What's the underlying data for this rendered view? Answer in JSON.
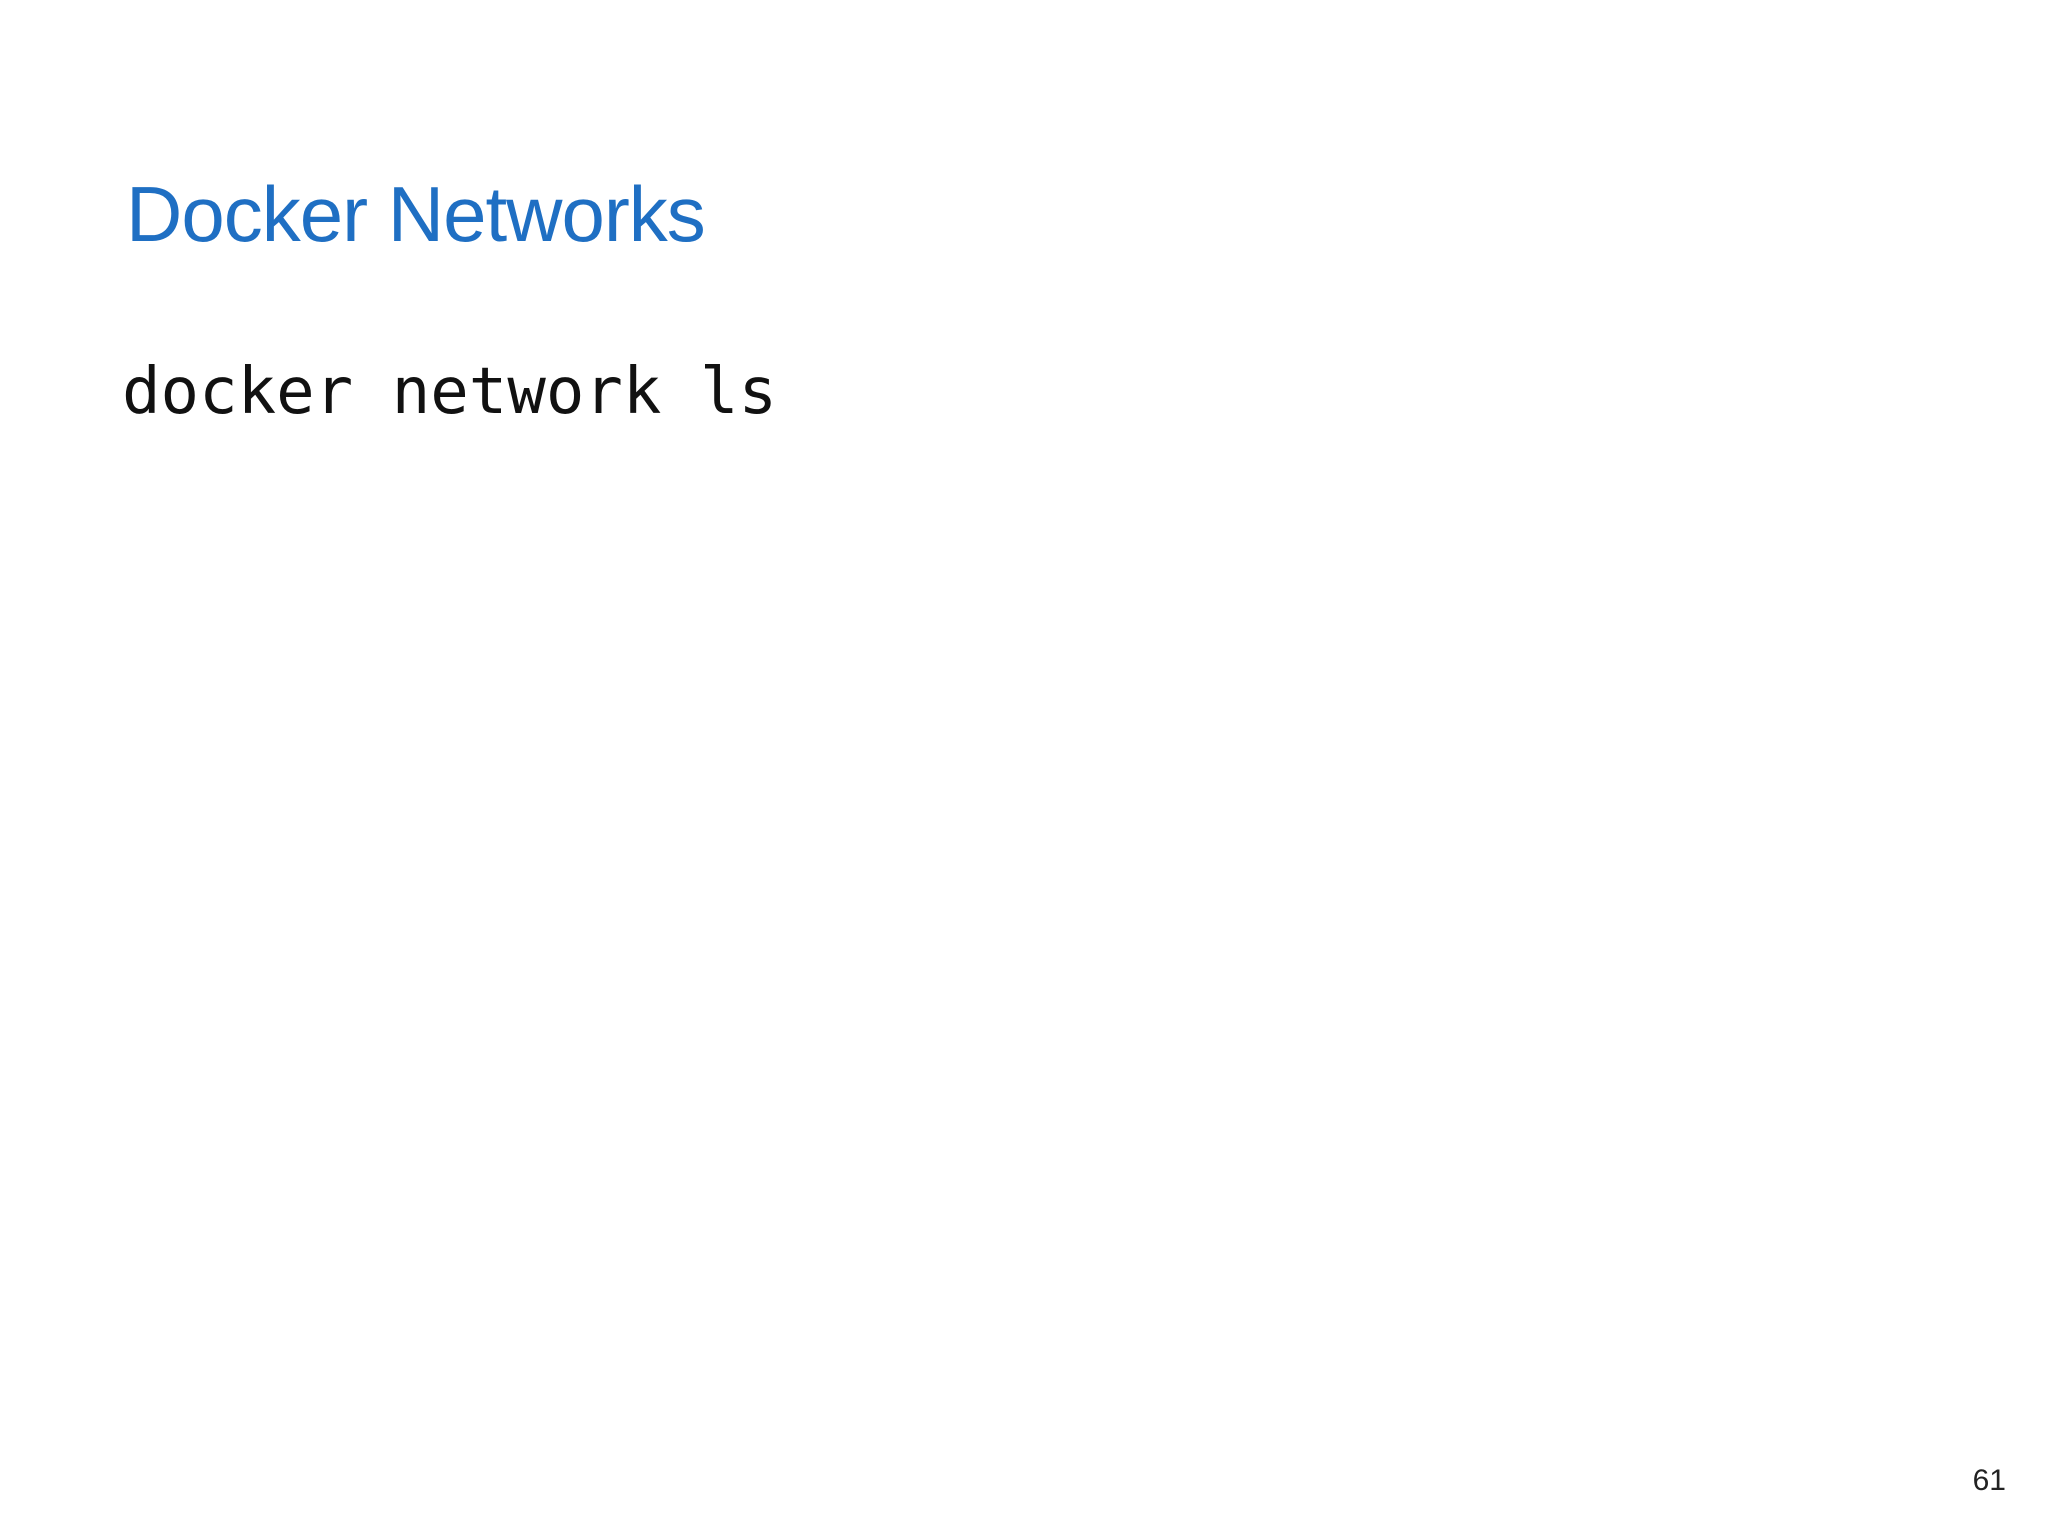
{
  "slide": {
    "title": "Docker Networks",
    "body": {
      "code": "docker network ls"
    },
    "page_number": "61"
  },
  "colors": {
    "title": "#1f6fc3",
    "code_text": "#111111",
    "background": "#ffffff"
  }
}
